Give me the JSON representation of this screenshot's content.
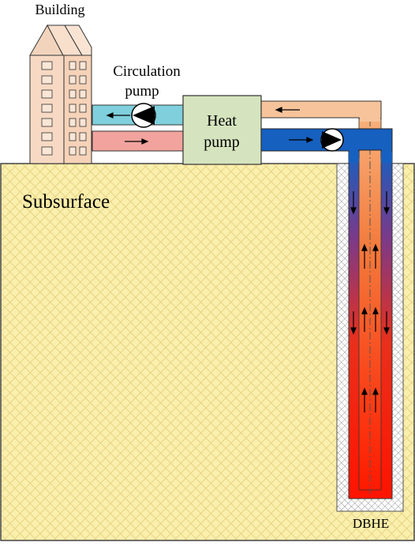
{
  "labels": {
    "building": "Building",
    "circulation_pump_line1": "Circulation",
    "circulation_pump_line2": "pump",
    "heat_pump_line1": "Heat",
    "heat_pump_line2": "pump",
    "subsurface": "Subsurface",
    "dbhe": "DBHE"
  },
  "colors": {
    "subsurface_fill": "#fbefad",
    "subsurface_hatch": "#e8d98a",
    "building_fill": "#f7d9c3",
    "heat_pump_fill": "#d5e4be",
    "pipe_supply_building": "#7fcfdc",
    "pipe_return_building": "#f2a39e",
    "pipe_warm_outflow": "#f7c39a",
    "pipe_cold_inflow": "#1660c0",
    "borehole_hot": "#ff1a00",
    "grout": "#d9d9d9"
  }
}
